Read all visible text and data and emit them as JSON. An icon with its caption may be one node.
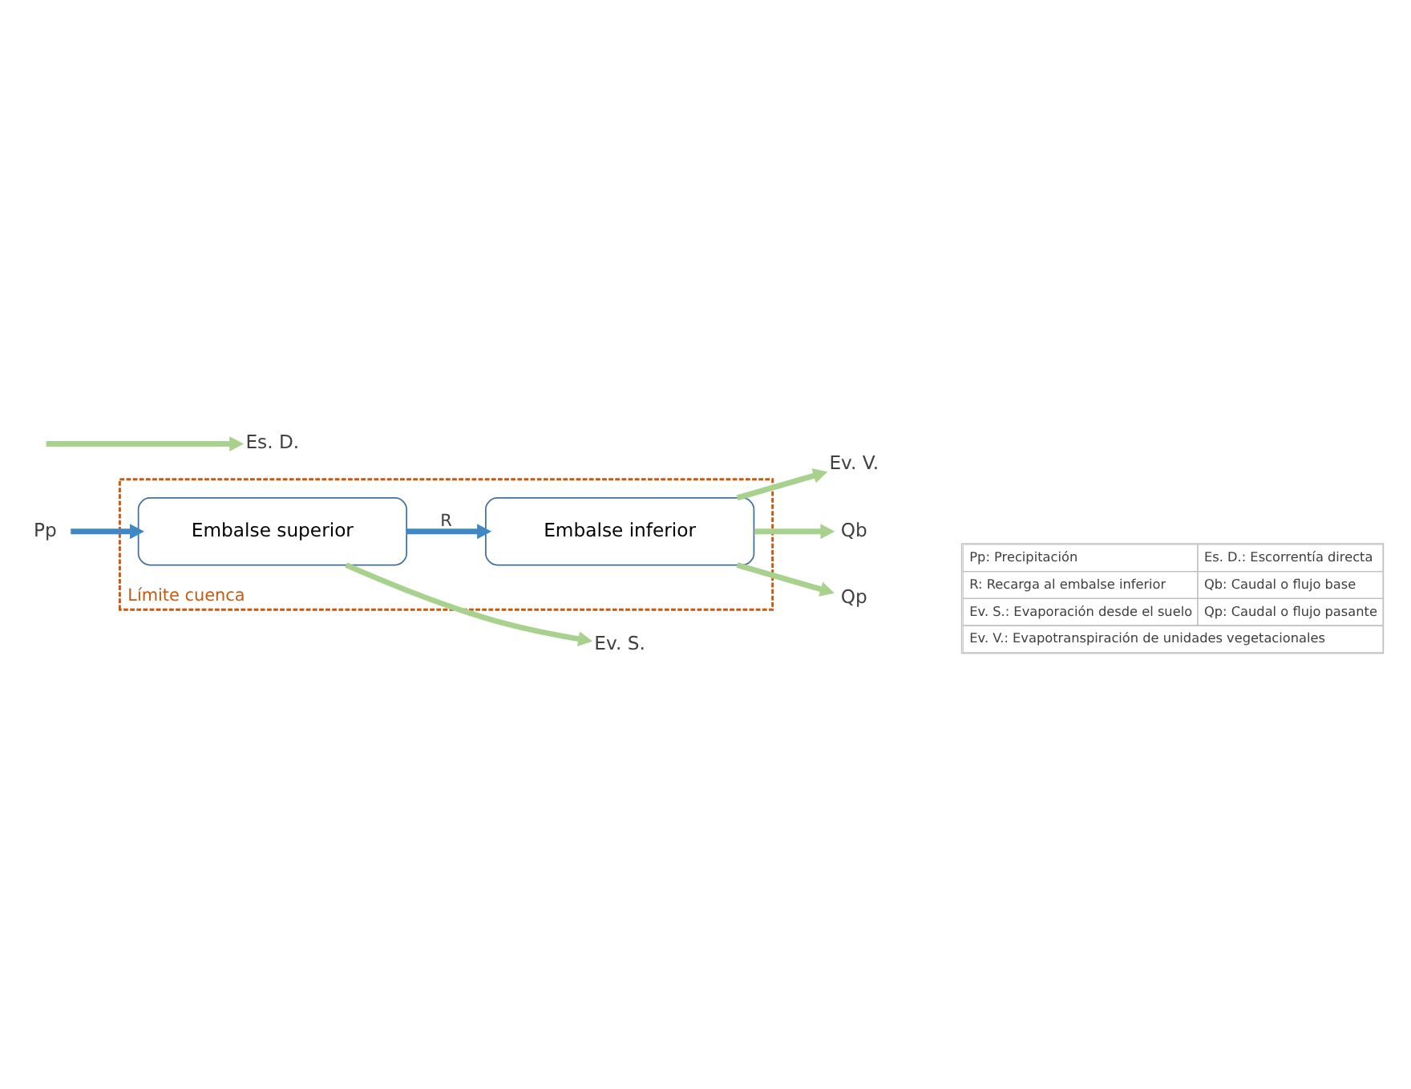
{
  "diagram": {
    "nodes": [
      {
        "text": [
          "Límite cuenca"
        ]
      },
      {
        "text": [
          "Pp"
        ]
      },
      {
        "text": [
          "Embalse superior"
        ],
        "in": 0
      },
      {
        "text": [
          "Embalse inferior"
        ],
        "in": 0
      },
      {
        "text": [
          "Ev. S."
        ]
      },
      {
        "text": [
          "Ev. V."
        ]
      },
      {
        "text": [
          "Es. D."
        ]
      },
      {
        "text": [
          "Qb"
        ]
      },
      {
        "text": [
          "Qp"
        ]
      }
    ],
    "edges": [
      {
        "from": 1,
        "to": 2,
        "arrow": "to",
        "color": "#3f88c5"
      },
      {
        "from": 2,
        "to": 3,
        "arrow": "to",
        "label": "R",
        "color": "#3f88c5"
      },
      {
        "from": 2,
        "to": 4,
        "arrow": "to"
      },
      {
        "from": 3,
        "to": 5,
        "arrow": "to"
      },
      {
        "from": null,
        "to": 6,
        "arrow": "to"
      },
      {
        "from": 3,
        "to": 7,
        "arrow": "to"
      },
      {
        "from": 3,
        "to": 8,
        "arrow": "to"
      }
    ],
    "labels": [
      "Pp: Precipitación",
      "Es. D.: Escorrentía directa",
      "R: Recarga al embalse inferior",
      "Qb: Caudal o flujo base",
      "Ev. S.: Evaporación desde el suelo",
      "Qp: Caudal o flujo pasante",
      "Ev. V.: Evapotranspiración de unidades vegetacionales"
    ]
  }
}
